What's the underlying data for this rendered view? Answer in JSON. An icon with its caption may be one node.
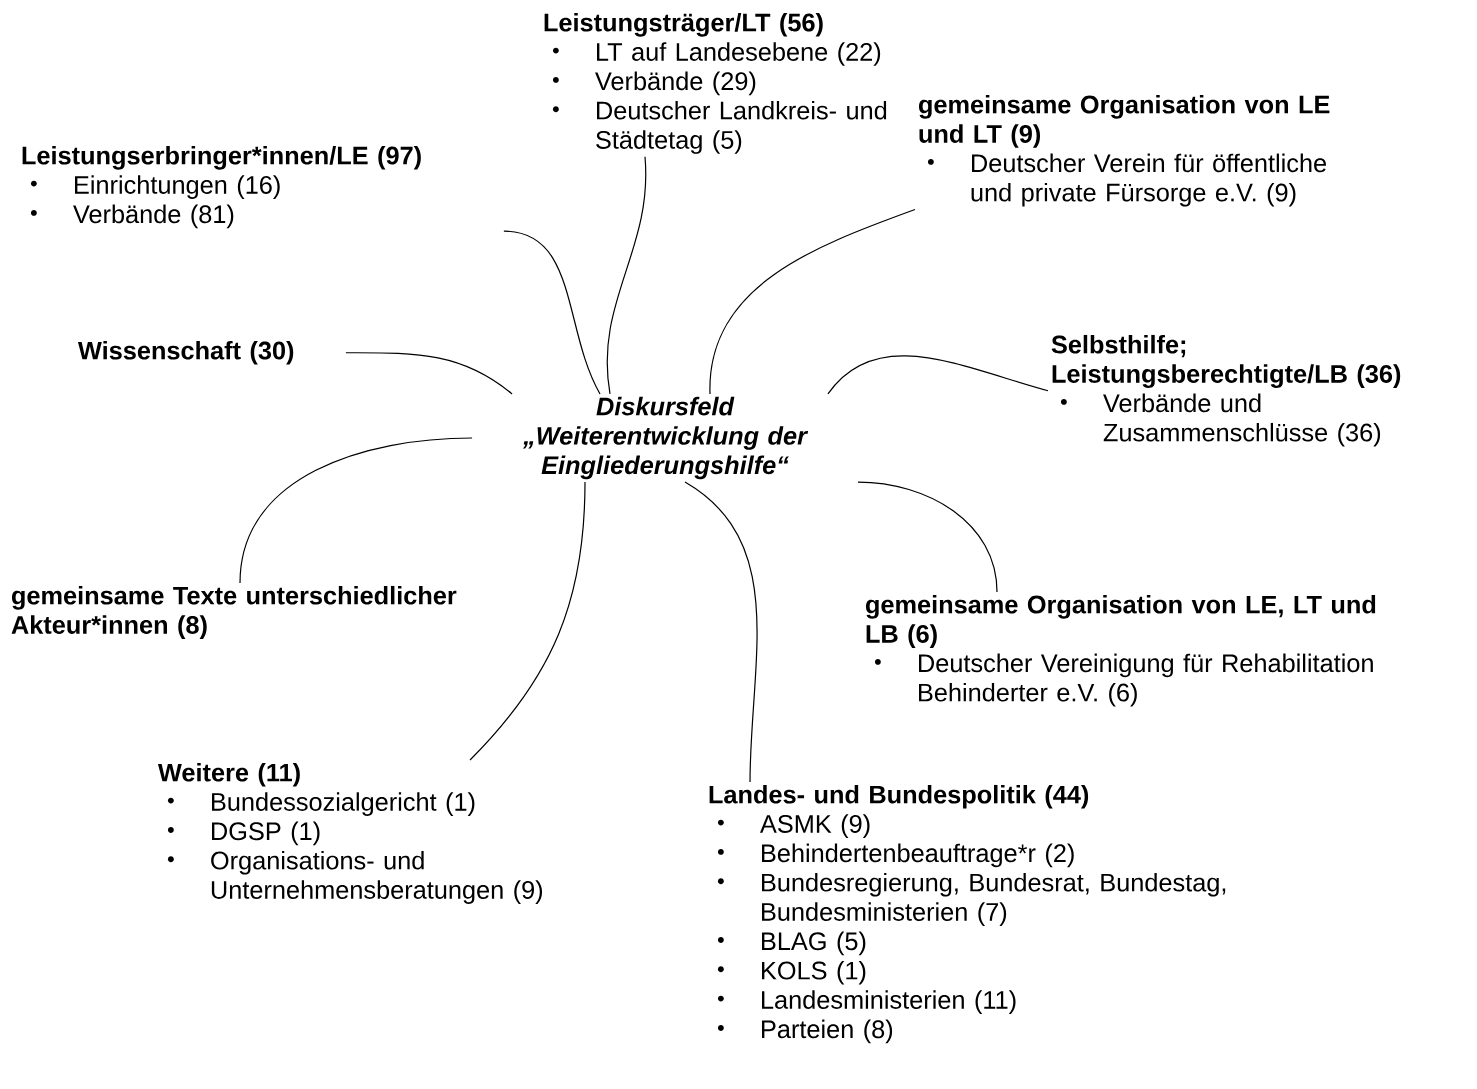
{
  "diagram": {
    "nodes": [
      {
        "text": [
          "Leistungsträger/LT (56)",
          "LT auf Landesebene (22)",
          "Verbände (29)",
          "Deutscher Landkreis- und Städtetag (5)"
        ]
      },
      {
        "text": [
          "gemeinsame Organisation von LE und LT (9)",
          "Deutscher Verein für öffentliche und private Fürsorge e.V. (9)"
        ]
      },
      {
        "text": [
          "Leistungserbringer*innen/LE (97)",
          "Einrichtungen (16)",
          "Verbände (81)"
        ]
      },
      {
        "text": [
          "Selbsthilfe; Leistungsberechtigte/LB (36)",
          "Verbände und Zusammenschlüsse (36)"
        ]
      },
      {
        "text": [
          "Wissenschaft (30)"
        ]
      },
      {
        "text": [
          "Diskursfeld „Weiterentwicklung der Eingliederungshilfe“"
        ]
      },
      {
        "text": [
          "gemeinsame Texte unterschiedlicher Akteur*innen (8)"
        ]
      },
      {
        "text": [
          "gemeinsame Organisation von LE, LT und LB (6)",
          "Deutscher Vereinigung für Rehabilitation Behinderter e.V. (6)"
        ]
      },
      {
        "text": [
          "Weitere (11)",
          "Bundessozialgericht (1)",
          "DGSP (1)",
          "Organisations- und Unternehmensberatungen (9)"
        ]
      },
      {
        "text": [
          "Landes- und Bundespolitik (44)",
          "ASMK (9)",
          "Behindertenbeauftrage*r (2)",
          "Bundesregierung, Bundesrat, Bundestag, Bundesministerien (7)",
          "BLAG (5)",
          "KOLS (1)",
          "Landesministerien (11)",
          "Parteien (8)"
        ]
      }
    ],
    "edges": [
      {
        "from": 5,
        "to": 0,
        "arrow": "none"
      },
      {
        "from": 5,
        "to": 1,
        "arrow": "none"
      },
      {
        "from": 5,
        "to": 2,
        "arrow": "none"
      },
      {
        "from": 5,
        "to": 3,
        "arrow": "none"
      },
      {
        "from": 5,
        "to": 4,
        "arrow": "none"
      },
      {
        "from": 5,
        "to": 6,
        "arrow": "none"
      },
      {
        "from": 5,
        "to": 7,
        "arrow": "none"
      },
      {
        "from": 5,
        "to": 8,
        "arrow": "none"
      },
      {
        "from": 5,
        "to": 9,
        "arrow": "none"
      }
    ]
  }
}
